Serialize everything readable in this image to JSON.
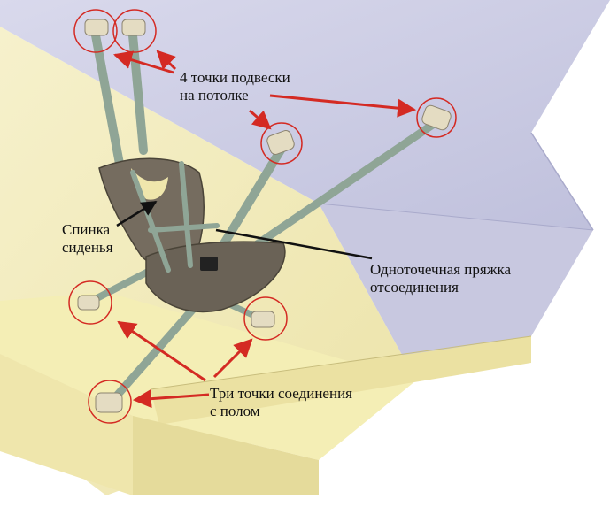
{
  "labels": {
    "ceiling": {
      "line1": "4 точки подвески",
      "line2": "на потолке"
    },
    "seat_back": {
      "line1": "Спинка",
      "line2": "сиденья"
    },
    "buckle": {
      "line1": "Одноточечная пряжка",
      "line2": "отсоединения"
    },
    "floor": {
      "line1": "Три точки соединения",
      "line2": "с полом"
    }
  },
  "colors": {
    "ceiling": "#cfcfe6",
    "wall": "#f3edc0",
    "floor": "#f4eeb5",
    "strap": "#8fa596",
    "seat": "#6f675a",
    "mount": "#e4dcc2",
    "callout": "#d42a23",
    "leader": "#111111"
  }
}
